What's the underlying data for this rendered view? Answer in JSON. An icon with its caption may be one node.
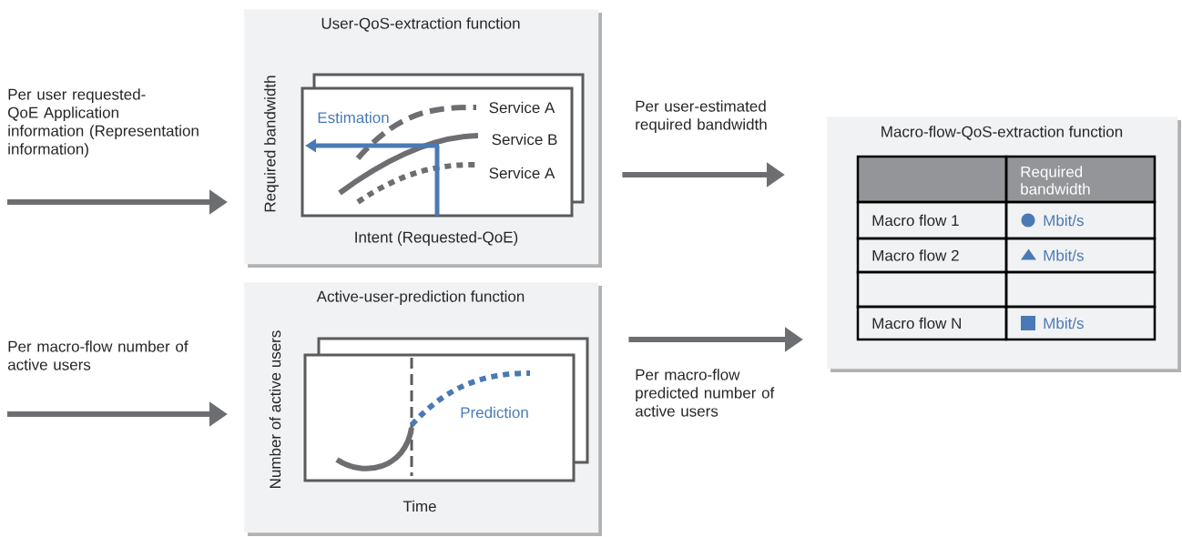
{
  "diagram": {
    "nodes": [
      {
        "text": [
          "User-QoS-extraction function"
        ]
      },
      {
        "text": [
          "Active-user-prediction function"
        ]
      },
      {
        "text": [
          "Macro-flow-QoS-extraction function"
        ]
      }
    ],
    "edges": [
      {
        "from": null,
        "to": 0,
        "arrow": "to",
        "label": "Per user requested-QoE Application information (Representation information)"
      },
      {
        "from": null,
        "to": 1,
        "arrow": "to",
        "label": "Per macro-flow number of active users"
      },
      {
        "from": 0,
        "to": 2,
        "arrow": "to",
        "label": "Per user-estimated required bandwidth"
      },
      {
        "from": 1,
        "to": 2,
        "arrow": "to",
        "label": "Per macro-flow predicted number of active users"
      }
    ],
    "labels": [
      "Required bandwidth",
      "Estimation",
      "Service A",
      "Service B",
      "Service A",
      "Intent (Requested-QoE)",
      "Number of active users",
      "Prediction",
      "Time",
      "Required bandwidth",
      "Macro flow 1",
      "Mbit/s",
      "Macro flow 2",
      "Mbit/s",
      "Macro flow N",
      "Mbit/s"
    ]
  }
}
